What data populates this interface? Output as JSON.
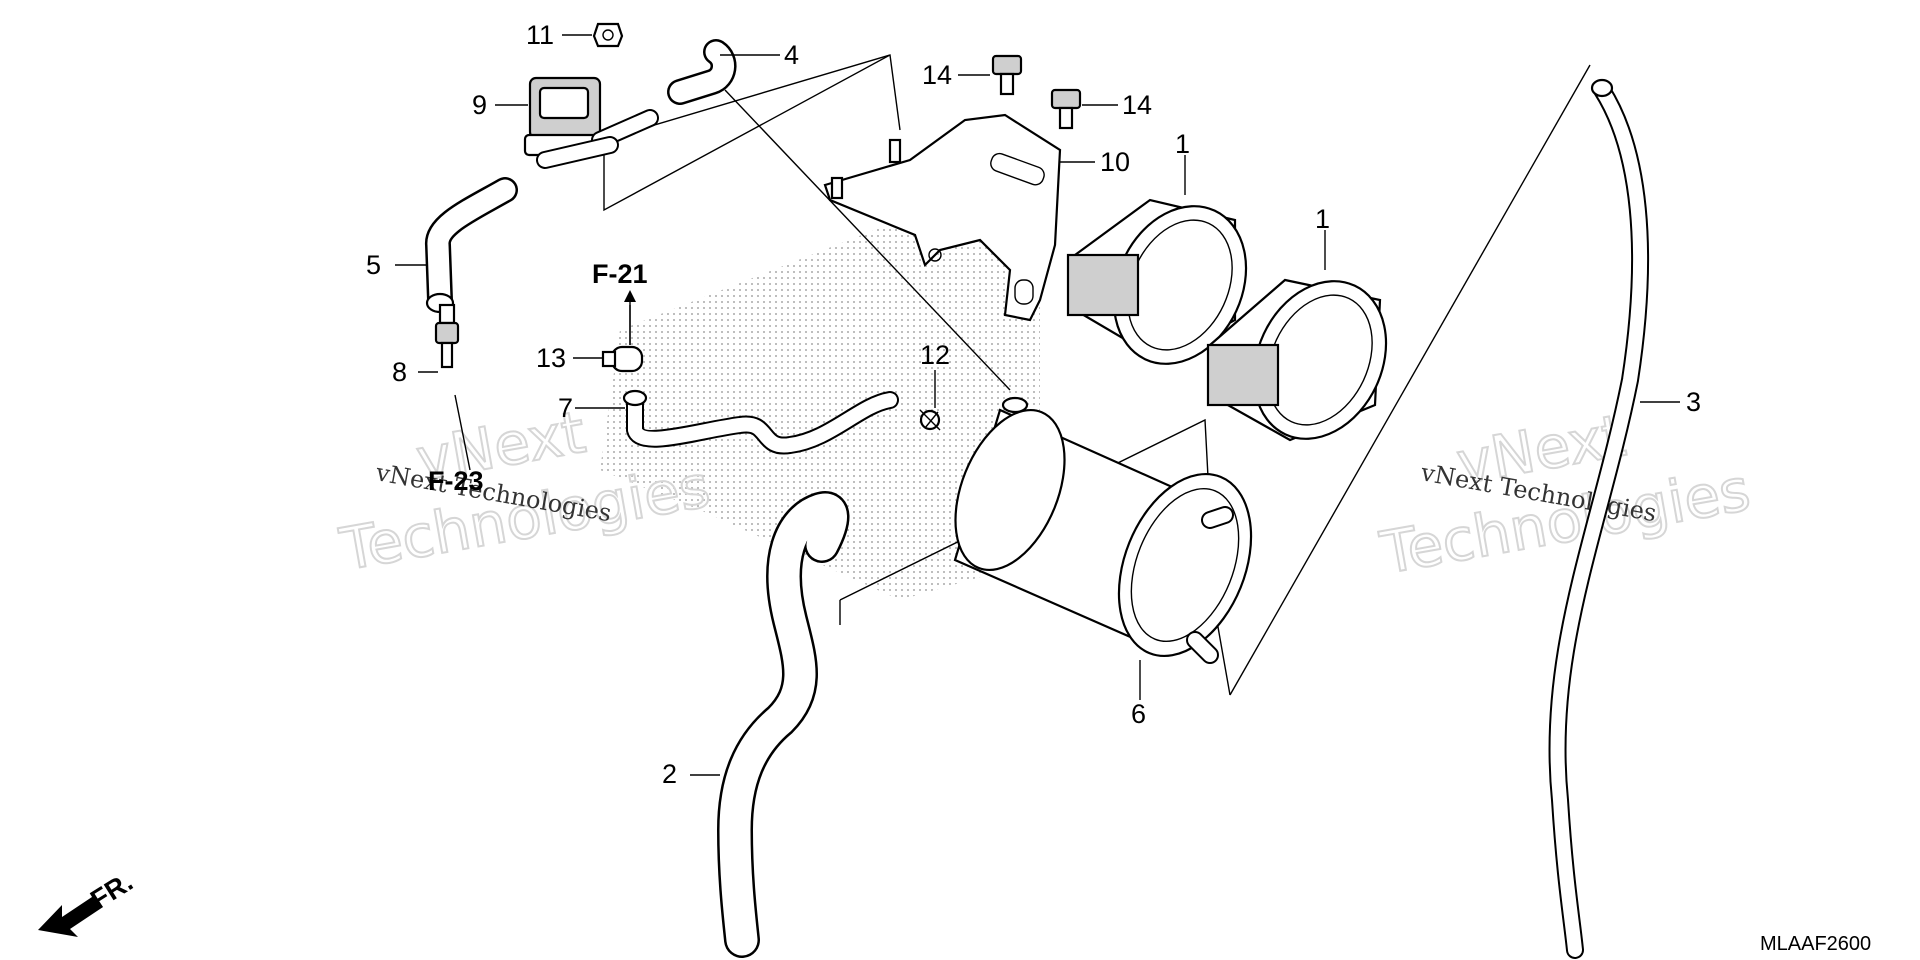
{
  "callouts": {
    "c1a": "1",
    "c1b": "1",
    "c2": "2",
    "c3": "3",
    "c4": "4",
    "c5": "5",
    "c6": "6",
    "c7": "7",
    "c8": "8",
    "c9": "9",
    "c10": "10",
    "c11": "11",
    "c12": "12",
    "c13": "13",
    "c14a": "14",
    "c14b": "14"
  },
  "references": {
    "f21": "F-21",
    "f23": "F-23"
  },
  "direction_label": "FR.",
  "diagram_code": "MLAAF2600",
  "watermark": {
    "line1": "vNext",
    "line2": "Technologies",
    "small": "vNext Technologies"
  }
}
